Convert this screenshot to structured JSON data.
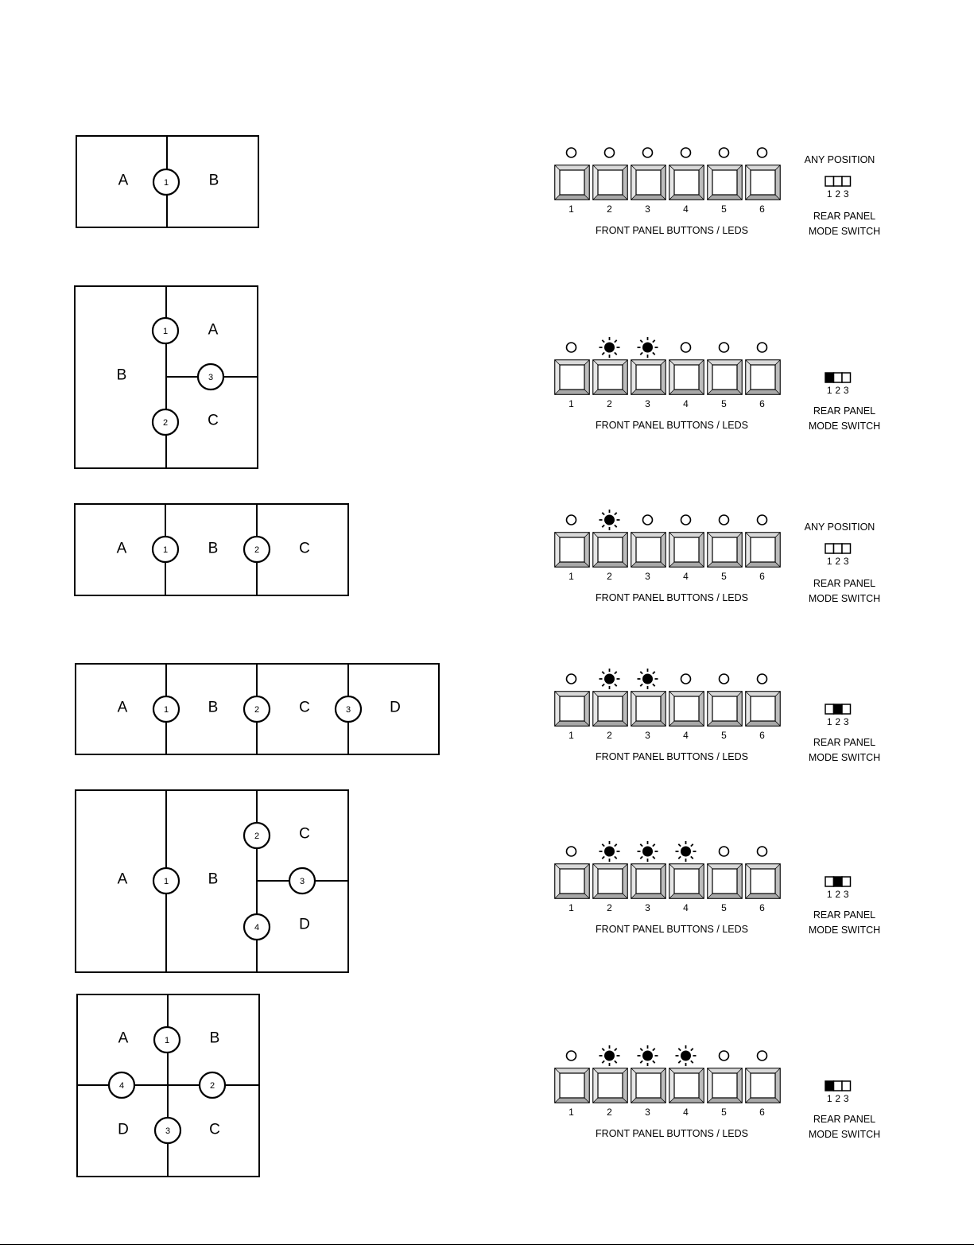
{
  "labels": {
    "front_panel_caption": "FRONT PANEL BUTTONS / LEDS",
    "rear_panel_line1": "REAR PANEL",
    "rear_panel_line2": "MODE SWITCH",
    "any_position": "ANY POSITION",
    "button_numbers": [
      "1",
      "2",
      "3",
      "4",
      "5",
      "6"
    ],
    "switch_numbers": [
      "1",
      "2",
      "3"
    ]
  },
  "configurations": [
    {
      "rooms": [
        "A",
        "B"
      ],
      "partitions": [
        "1"
      ],
      "leds_lit": [
        false,
        false,
        false,
        false,
        false,
        false
      ],
      "mode_switch": "any",
      "mode_switch_text": "ANY POSITION"
    },
    {
      "rooms": [
        "B",
        "A",
        "C"
      ],
      "partitions": [
        "1",
        "2",
        "3"
      ],
      "leds_lit": [
        false,
        true,
        true,
        false,
        false,
        false
      ],
      "mode_switch": 1,
      "mode_switch_text": ""
    },
    {
      "rooms": [
        "A",
        "B",
        "C"
      ],
      "partitions": [
        "1",
        "2"
      ],
      "leds_lit": [
        false,
        true,
        false,
        false,
        false,
        false
      ],
      "mode_switch": "any",
      "mode_switch_text": "ANY POSITION"
    },
    {
      "rooms": [
        "A",
        "B",
        "C",
        "D"
      ],
      "partitions": [
        "1",
        "2",
        "3"
      ],
      "leds_lit": [
        false,
        true,
        true,
        false,
        false,
        false
      ],
      "mode_switch": 2,
      "mode_switch_text": ""
    },
    {
      "rooms": [
        "A",
        "B",
        "C",
        "D"
      ],
      "partitions": [
        "1",
        "2",
        "3",
        "4"
      ],
      "leds_lit": [
        false,
        true,
        true,
        true,
        false,
        false
      ],
      "mode_switch": 2,
      "mode_switch_text": ""
    },
    {
      "rooms": [
        "A",
        "B",
        "C",
        "D"
      ],
      "partitions": [
        "1",
        "2",
        "3",
        "4"
      ],
      "leds_lit": [
        false,
        true,
        true,
        true,
        false,
        false
      ],
      "mode_switch": 1,
      "mode_switch_text": ""
    }
  ]
}
